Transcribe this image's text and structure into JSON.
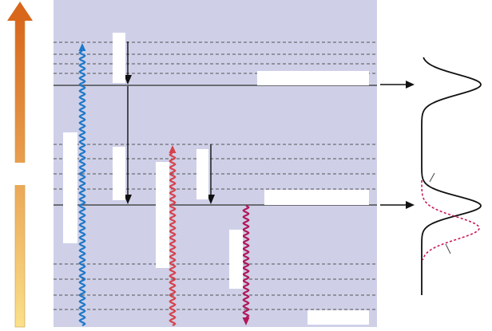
{
  "diagram": {
    "colors": {
      "panel": "#cfd0e8",
      "level": "#4a4a4a",
      "dashed_level": "#555555",
      "absorption_wave": "#1f78c8",
      "excitation_wave": "#d6434c",
      "emission_wave": "#b0175a",
      "relaxation_arrow": "#111111",
      "label_box": "#ffffff",
      "energy_arrow_top": "#d8671c",
      "energy_arrow_bottom": "#fbe08a",
      "spectrum_absorption": "#111111",
      "spectrum_emission": "#c8185a"
    },
    "arrows": [
      {
        "name": "absorption-wavy-arrow",
        "kind": "wavy",
        "color_key": "absorption_wave",
        "direction": "up"
      },
      {
        "name": "relaxation-arrow-upper",
        "kind": "straight",
        "color_key": "relaxation_arrow",
        "direction": "down"
      },
      {
        "name": "relaxation-arrow-long",
        "kind": "straight",
        "color_key": "relaxation_arrow",
        "direction": "down"
      },
      {
        "name": "excitation-wavy-arrow",
        "kind": "wavy",
        "color_key": "excitation_wave",
        "direction": "up"
      },
      {
        "name": "relaxation-arrow-lower",
        "kind": "straight",
        "color_key": "relaxation_arrow",
        "direction": "down"
      },
      {
        "name": "emission-wavy-arrow",
        "kind": "wavy",
        "color_key": "emission_wave",
        "direction": "down"
      }
    ],
    "label_boxes_note_empty": true
  }
}
